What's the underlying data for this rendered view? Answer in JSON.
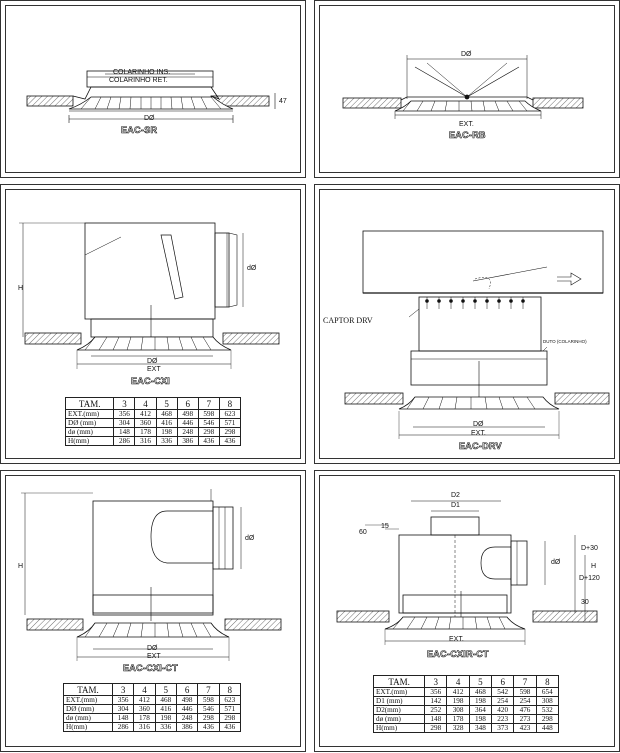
{
  "panels": {
    "sr": {
      "title": "EAC-SR",
      "labels": {
        "collar_ins": "COLARINHO INS.",
        "collar_ret": "COLARINHO RET.",
        "d": "DØ",
        "h": "47"
      }
    },
    "rb": {
      "title": "EAC-RB",
      "labels": {
        "d": "DØ",
        "ext": "EXT."
      }
    },
    "cxi": {
      "title": "EAC-CXI",
      "labels": {
        "h": "H",
        "dsmall": "dØ",
        "d": "DØ",
        "ext": "EXT"
      }
    },
    "drv": {
      "title": "EAC-DRV",
      "labels": {
        "captor": "CAPTOR DRV",
        "duct": "DUTO (COLARINHO)",
        "d": "DØ",
        "ext": "EXT."
      }
    },
    "cxict": {
      "title": "EAC-CXI-CT",
      "labels": {
        "h": "H",
        "dsmall": "dØ",
        "d": "DØ",
        "ext": "EXT"
      }
    },
    "cxirct": {
      "title": "EAC-CXIR-CT",
      "labels": {
        "d2": "D2",
        "d1": "D1",
        "v60": "60",
        "v15": "15",
        "dsmall": "dØ",
        "d30": "D+30",
        "h": "H",
        "d120": "D+120",
        "v30": "30",
        "ext": "EXT."
      }
    }
  },
  "table_cxi": {
    "header": [
      "TAM.",
      "3",
      "4",
      "5",
      "6",
      "7",
      "8"
    ],
    "rows": [
      [
        "EXT.(mm)",
        "356",
        "412",
        "468",
        "498",
        "598",
        "623"
      ],
      [
        "DØ (mm)",
        "304",
        "360",
        "416",
        "446",
        "546",
        "571"
      ],
      [
        "dø (mm)",
        "148",
        "178",
        "198",
        "248",
        "298",
        "298"
      ],
      [
        "H(mm)",
        "286",
        "316",
        "336",
        "386",
        "436",
        "436"
      ]
    ]
  },
  "table_cxict": {
    "header": [
      "TAM.",
      "3",
      "4",
      "5",
      "6",
      "7",
      "8"
    ],
    "rows": [
      [
        "EXT.(mm)",
        "356",
        "412",
        "468",
        "498",
        "598",
        "623"
      ],
      [
        "DØ (mm)",
        "304",
        "360",
        "416",
        "446",
        "546",
        "571"
      ],
      [
        "dø (mm)",
        "148",
        "178",
        "198",
        "248",
        "298",
        "298"
      ],
      [
        "H(mm)",
        "286",
        "316",
        "336",
        "386",
        "436",
        "436"
      ]
    ]
  },
  "table_cxirct": {
    "header": [
      "TAM.",
      "3",
      "4",
      "5",
      "6",
      "7",
      "8"
    ],
    "rows": [
      [
        "EXT.(mm)",
        "356",
        "412",
        "468",
        "542",
        "598",
        "654"
      ],
      [
        "D1 (mm)",
        "142",
        "198",
        "198",
        "254",
        "254",
        "308"
      ],
      [
        "D2(mm)",
        "252",
        "308",
        "364",
        "420",
        "476",
        "532"
      ],
      [
        "dø (mm)",
        "148",
        "178",
        "198",
        "223",
        "273",
        "298"
      ],
      [
        "H(mm)",
        "298",
        "328",
        "348",
        "373",
        "423",
        "448"
      ]
    ]
  }
}
